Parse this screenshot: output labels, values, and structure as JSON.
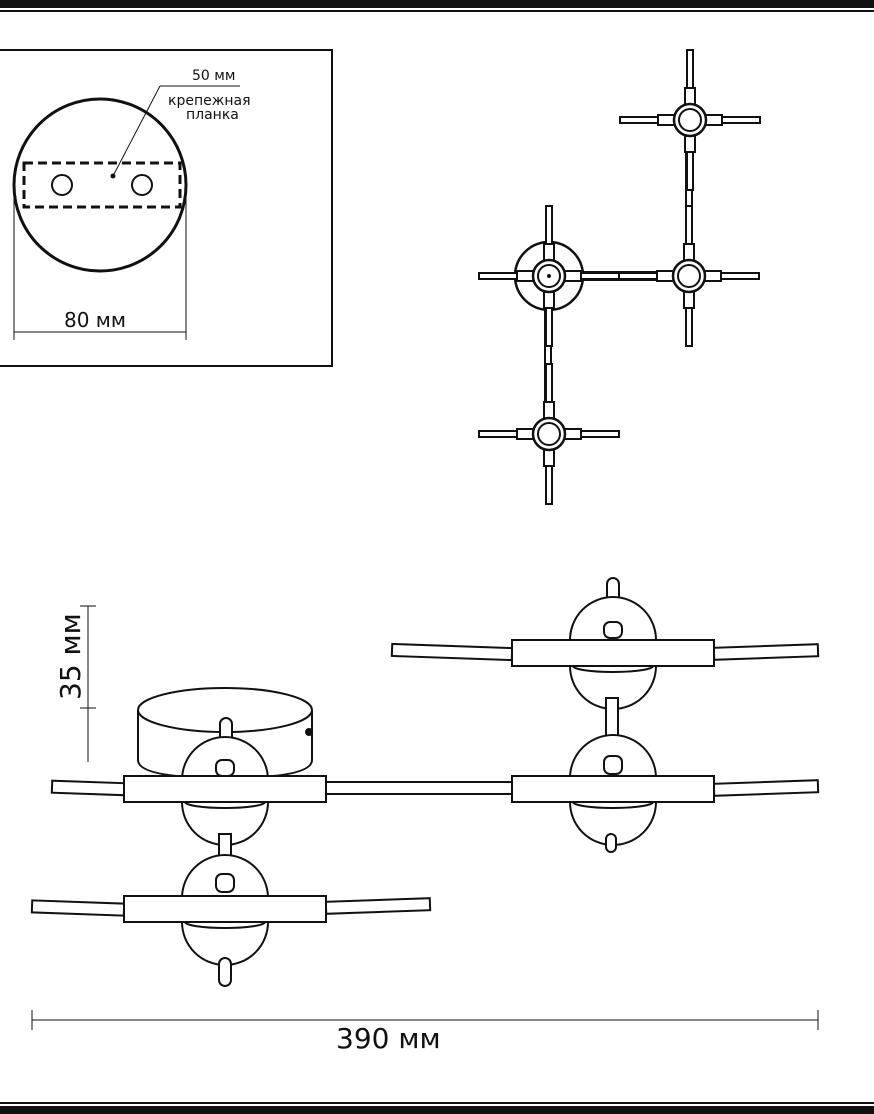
{
  "inset": {
    "label_50": "50 мм",
    "label_plate_1": "крепежная",
    "label_plate_2": "планка",
    "label_80": "80 мм"
  },
  "side_view": {
    "label_height": "35 мм",
    "label_width": "390 мм"
  },
  "colors": {
    "stroke": "#111111",
    "fill": "#ffffff"
  }
}
